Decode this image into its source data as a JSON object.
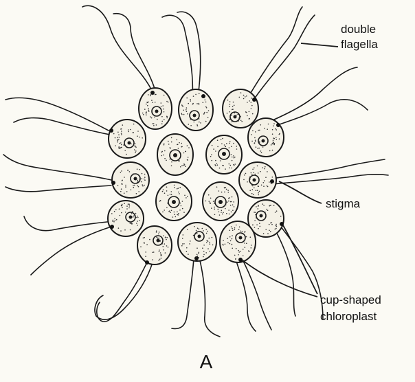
{
  "labels": {
    "flagella_line1": "double",
    "flagella_line2": "flagella",
    "stigma": "stigma",
    "chloroplast_line1": "cup-shaped",
    "chloroplast_line2": "chloroplast"
  },
  "caption": "A"
}
